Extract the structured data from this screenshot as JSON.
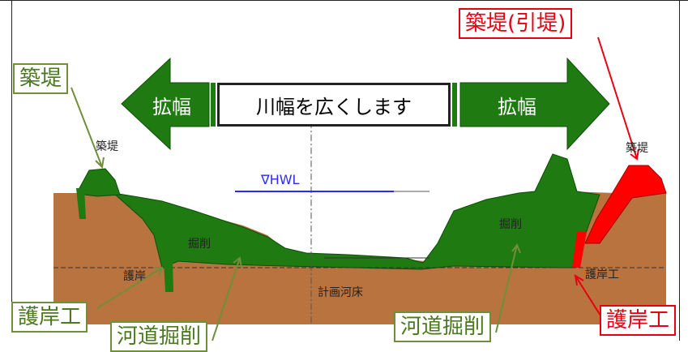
{
  "diagram": {
    "center_text": "川幅を広くします",
    "left_arrow_label": "拡幅",
    "right_arrow_label": "拡幅",
    "hwl_label": "∇HWL",
    "riverbed_label": "計画河床",
    "drawing_labels": {
      "embankment_left": "築堤",
      "embankment_right": "築堤",
      "excavation_left": "掘削",
      "excavation_right": "掘削",
      "revetment_left": "護岸",
      "revetment_right": "護岸工"
    }
  },
  "callouts": {
    "green_embankment": "築堤",
    "red_embankment": "築堤(引堤)",
    "green_revetment": "護岸工",
    "red_revetment": "護岸工",
    "channel_excavation_left": "河道掘削",
    "channel_excavation_right": "河道掘削"
  },
  "colors": {
    "green_fill": "#1f7a12",
    "soil": "#b8733f",
    "red_fill": "#ff0000",
    "callout_green": "#6f8f3a",
    "callout_red": "#e60012",
    "hwl_blue": "#2a2aff"
  }
}
